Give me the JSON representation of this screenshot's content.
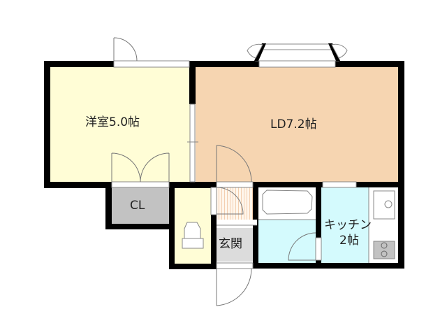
{
  "floorplan": {
    "rooms": [
      {
        "id": "western-room",
        "label": "洋室5.0帖",
        "color": "#fffdd6"
      },
      {
        "id": "living-dining",
        "label": "LD7.2帖",
        "color": "#f6d5b1"
      },
      {
        "id": "closet",
        "label": "CL",
        "color": "#c2c2c2"
      },
      {
        "id": "toilet",
        "label": "",
        "color": "#fffdd6"
      },
      {
        "id": "entrance",
        "label": "玄関",
        "color": "#dcdcdc"
      },
      {
        "id": "bathroom",
        "label": "",
        "color": "#d4fafd"
      },
      {
        "id": "kitchen",
        "label": "キッチン\n2帖",
        "label_line1": "キッチン",
        "label_line2": "2帖",
        "color": "#d4fafd"
      }
    ],
    "colors": {
      "wall": "#000000",
      "line": "#777777"
    }
  }
}
